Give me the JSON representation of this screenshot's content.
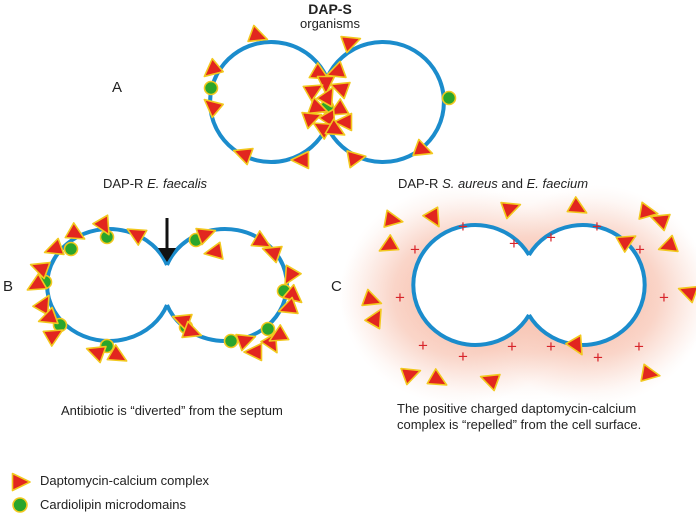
{
  "panel_a": {
    "letter": "A",
    "title": "DAP-S",
    "subtitle": "organisms"
  },
  "panel_b": {
    "letter": "B",
    "heading_prefix": "DAP-R ",
    "heading_species": "E. faecalis",
    "caption": "Antibiotic is “diverted” from the septum"
  },
  "panel_c": {
    "letter": "C",
    "heading_prefix": "DAP-R ",
    "heading_species1": "S. aureus",
    "heading_and": " and ",
    "heading_species2": "E. faecium",
    "caption_line1": "The positive charged daptomycin-calcium",
    "caption_line2": "complex is “repelled” from the cell surface.",
    "charge_symbol": "+"
  },
  "legend": {
    "complex": "Daptomycin-calcium complex",
    "cardiolipin": "Cardiolipin microdomains"
  },
  "colors": {
    "membrane": "#1b8ccc",
    "triangle_fill": "#e2261f",
    "triangle_edge": "#f2c81e",
    "dot_fill": "#2aa52c",
    "dot_edge": "#f2c81e",
    "halo": "#f6b8a4",
    "charge": "#d8242a"
  }
}
